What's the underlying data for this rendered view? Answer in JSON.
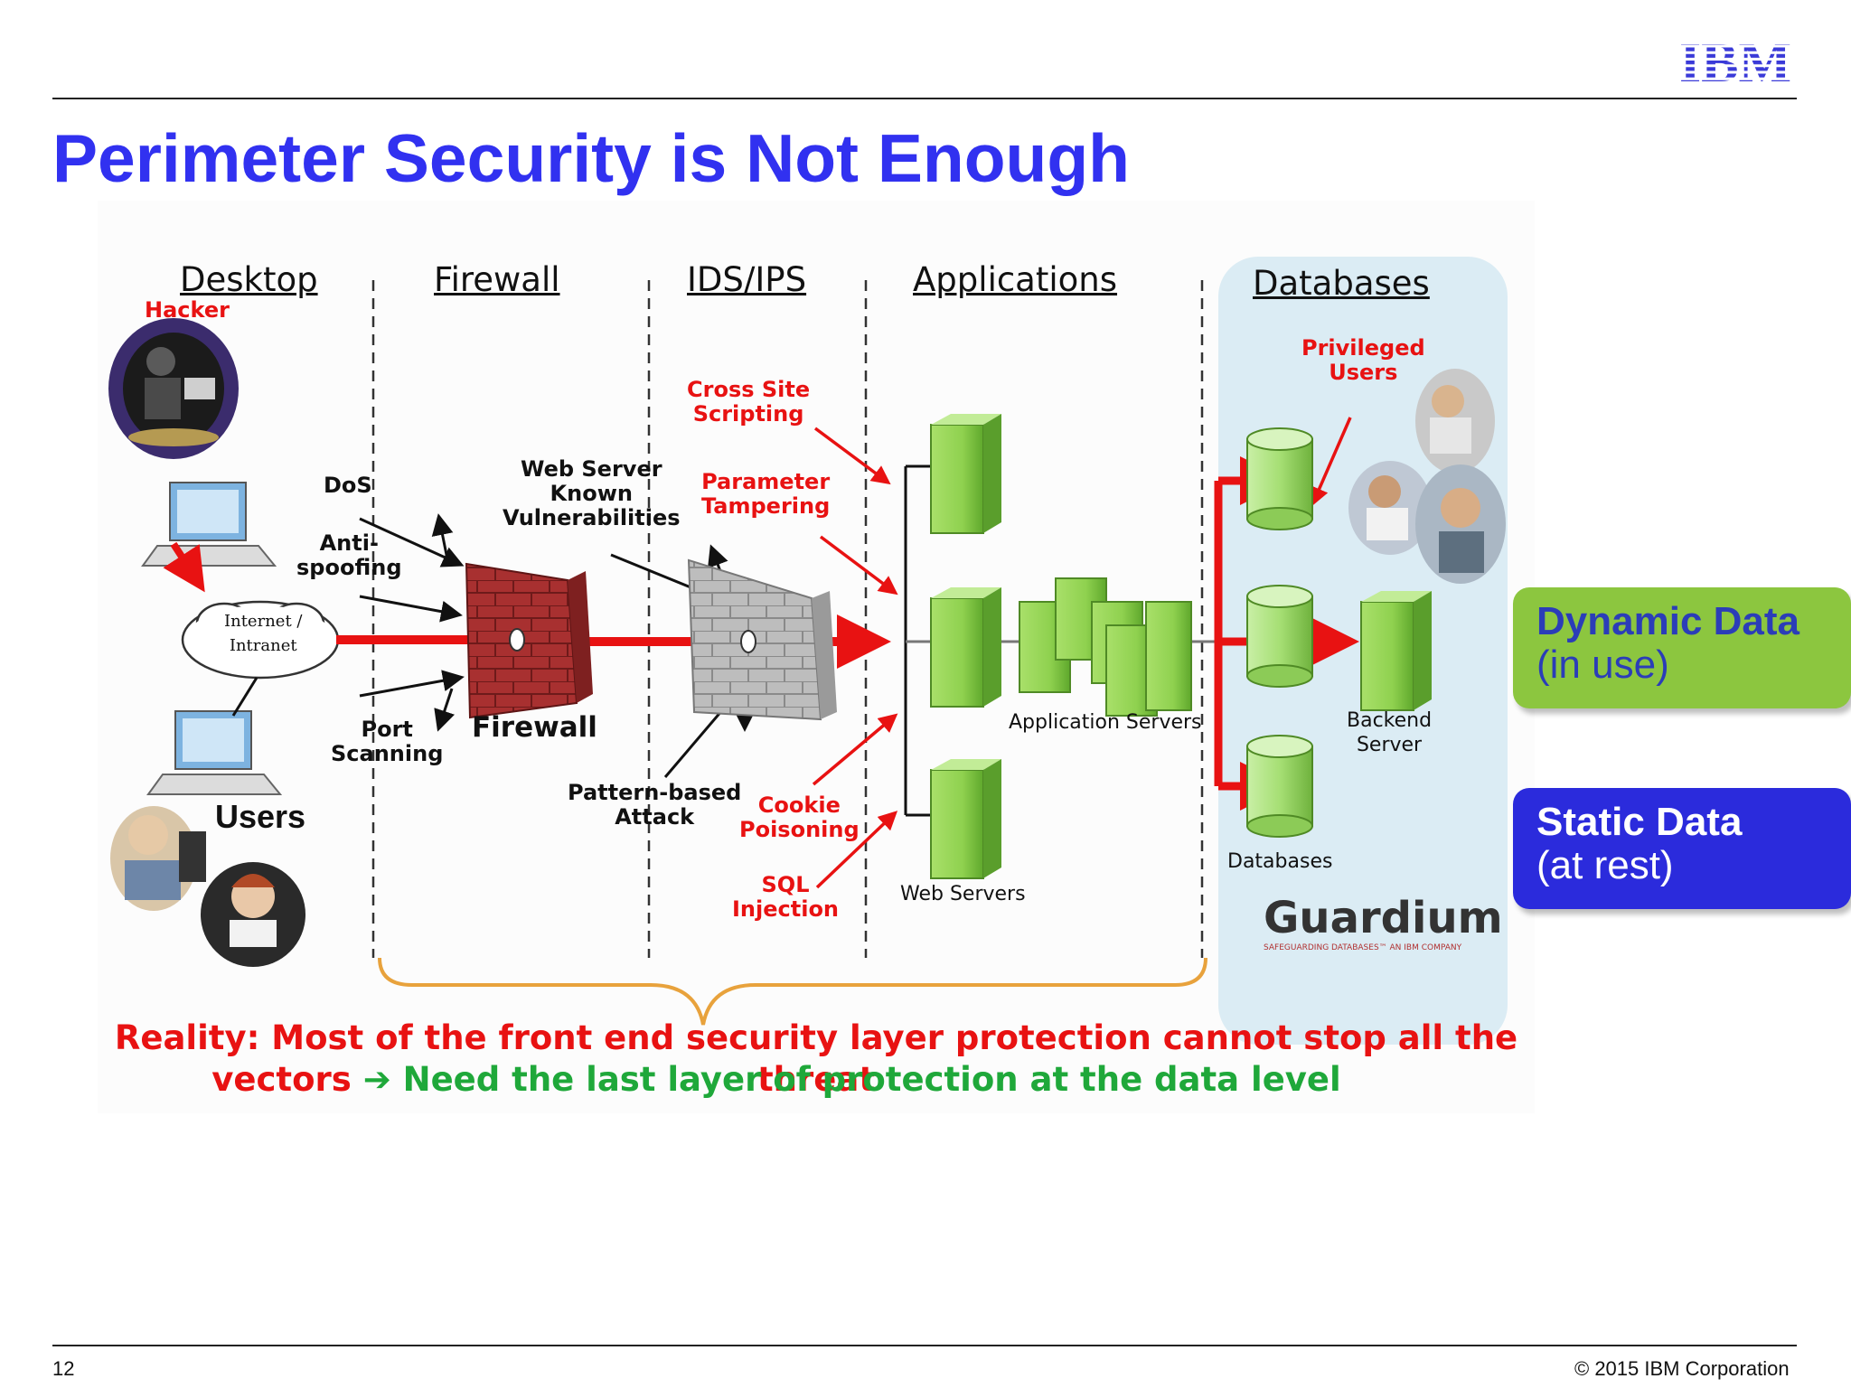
{
  "header": {
    "logo_text": "IBM"
  },
  "slide": {
    "title": "Perimeter Security is Not Enough"
  },
  "columns": {
    "desktop": "Desktop",
    "firewall": "Firewall",
    "ids_ips": "IDS/IPS",
    "applications": "Applications",
    "databases": "Databases"
  },
  "labels": {
    "hacker": "Hacker",
    "dos": "DoS",
    "anti_spoofing_1": "Anti-",
    "anti_spoofing_2": "spoofing",
    "internet_1": "Internet /",
    "internet_2": "Intranet",
    "port_scanning_1": "Port",
    "port_scanning_2": "Scanning",
    "firewall": "Firewall",
    "web_server_vuln_1": "Web Server",
    "web_server_vuln_2": "Known",
    "web_server_vuln_3": "Vulnerabilities",
    "cross_site_1": "Cross Site",
    "cross_site_2": "Scripting",
    "param_tamper_1": "Parameter",
    "param_tamper_2": "Tampering",
    "pattern_attack_1": "Pattern-based",
    "pattern_attack_2": "Attack",
    "cookie_1": "Cookie",
    "cookie_2": "Poisoning",
    "sql_1": "SQL",
    "sql_2": "Injection",
    "users": "Users",
    "application_servers": "Application Servers",
    "web_servers": "Web Servers",
    "privileged_1": "Privileged",
    "privileged_2": "Users",
    "backend_1": "Backend",
    "backend_2": "Server",
    "databases": "Databases",
    "guardium": "Guardium",
    "guardium_tag": "SAFEGUARDING DATABASES™   AN IBM COMPANY"
  },
  "badges": {
    "dynamic_title": "Dynamic Data",
    "dynamic_sub": "(in use)",
    "static_title": "Static Data",
    "static_sub": "(at rest)"
  },
  "reality": {
    "line1": "Reality: Most of the front end security layer protection cannot stop all the threat",
    "line2_red": "vectors",
    "arrow": "➔",
    "line2_green": "Need the last layer of protection at the data level"
  },
  "footer": {
    "page_number": "12",
    "copyright": "© 2015 IBM Corporation"
  },
  "colors": {
    "title_blue": "#3131f0",
    "threat_red": "#e81212",
    "server_green": "#8fd14f",
    "dynamic_green": "#8cc63f",
    "static_blue": "#2b2bdc",
    "brace_orange": "#e8a23c",
    "db_panel": "#dbecf4",
    "reality_green": "#1fa83a"
  }
}
